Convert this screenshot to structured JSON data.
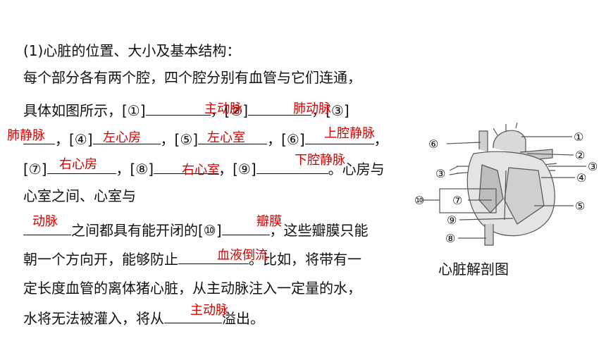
{
  "title": "(1)心脏的位置、大小及基本结构：",
  "lines": {
    "l2": "每个部分各有两个腔，四个腔分别有血管与它们连通，",
    "l3a": "具体如图所示，[①]",
    "l3b": "，[②]",
    "l3c": "，[③]",
    "l4a": "，[④]",
    "l4b": "，[⑤]",
    "l4c": "，[⑥]",
    "l4d": "，",
    "l5a": "[⑦]",
    "l5b": "，[⑧]",
    "l5c": "，[⑨]",
    "l5d": "。心房与",
    "l6": "心室之间、心室与",
    "l7a": "之间都具有能开闭的[⑩]",
    "l7b": "，这些瓣膜只能",
    "l8a": "朝一个方向开，能够防止",
    "l8b": "。比如，将带有一",
    "l9": "定长度血管的离体猪心脏，从主动脉注入一定量的水，",
    "l10a": "水将无法被灌入，将从",
    "l10b": "溢出。"
  },
  "answers": {
    "a1": "主动脉",
    "a2": "肺动脉",
    "a3": "肺静脉",
    "a4": "左心房",
    "a5": "左心室",
    "a6": "上腔静脉",
    "a7": "右心房",
    "a8": "右心室",
    "a9": "下腔静脉",
    "a10": "动脉",
    "a11": "瓣膜",
    "a12": "血液倒流",
    "a13": "主动脉"
  },
  "figure": {
    "caption": "心脏解剖图",
    "labels": {
      "n1": "①",
      "n2": "②",
      "n3a": "③",
      "n3b": "③",
      "n4": "④",
      "n5": "⑤",
      "n6": "⑥",
      "n7": "⑦",
      "n8": "⑧",
      "n9": "⑨",
      "n10": "⑩"
    }
  },
  "colors": {
    "answer": "#d40000",
    "text": "#111111"
  }
}
